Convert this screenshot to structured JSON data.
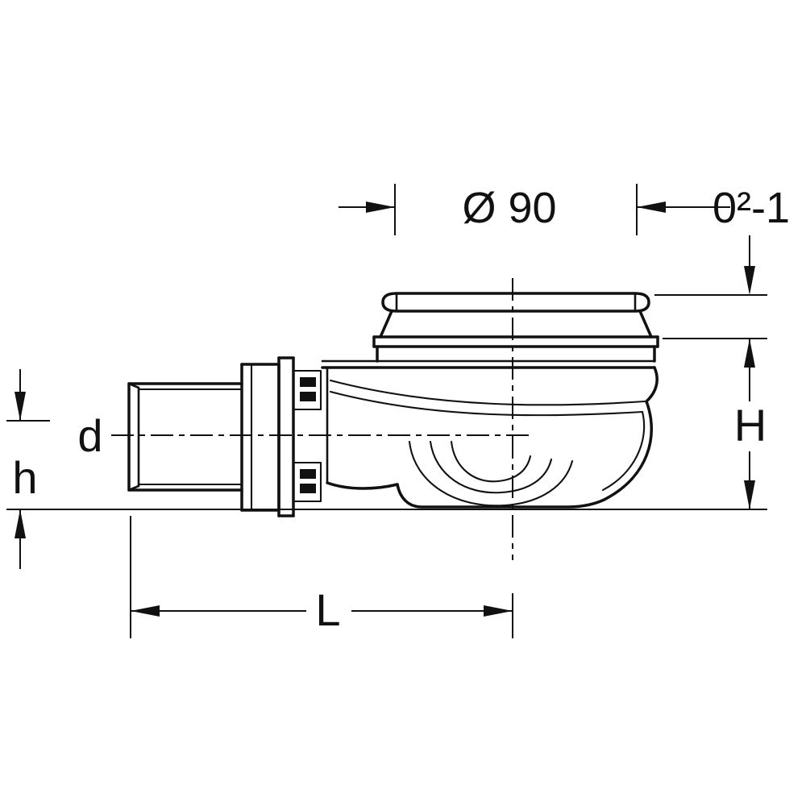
{
  "labels": {
    "diameter": "Ø 90",
    "flange_offset": "0²-1",
    "height": "H",
    "pipe_diameter": "d",
    "trap_height": "h",
    "length": "L"
  },
  "colors": {
    "line": "#111111",
    "background": "#ffffff"
  }
}
